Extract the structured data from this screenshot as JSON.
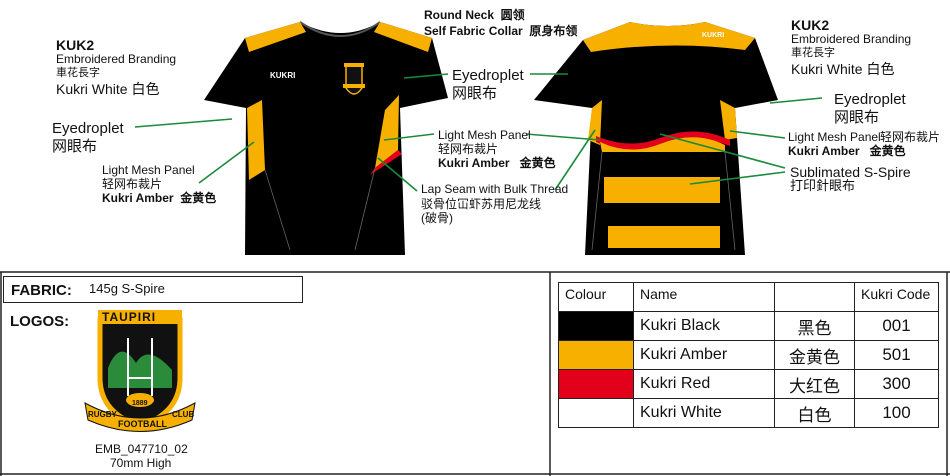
{
  "colors": {
    "black": "#000000",
    "amber": "#f7b000",
    "red": "#e2001a",
    "white": "#ffffff",
    "callout_line": "#1a8a3c"
  },
  "front": {
    "kuk2": {
      "code": "KUK2",
      "line1": "Embroidered Branding",
      "line2": "車花長字",
      "line3": "Kukri White 白色"
    },
    "eyedroplet_left": {
      "en": "Eyedroplet",
      "zh": "网眼布"
    },
    "mesh_panel": {
      "en": "Light Mesh Panel",
      "zh": "轻网布裁片",
      "color": "Kukri Amber  金黄色"
    },
    "neck": {
      "line1": "Round Neck  圆领",
      "line2": "Self Fabric Collar  原身布领"
    },
    "eyedroplet_right": {
      "en": "Eyedroplet",
      "zh": "网眼布"
    },
    "mesh_panel_right": {
      "en": "Light Mesh Panel",
      "zh": "轻网布裁片",
      "color": "Kukri Amber   金黄色"
    },
    "lap_seam": {
      "en": "Lap Seam with Bulk Thread",
      "zh": "驳骨位冚虾苏用尼龙线",
      "zh2": "(破骨)"
    },
    "brand_text": "KUKRI"
  },
  "back": {
    "kuk2": {
      "code": "KUK2",
      "line1": "Embroidered Branding",
      "line2": "車花長字",
      "line3": "Kukri White 白色"
    },
    "eyedroplet": {
      "en": "Eyedroplet",
      "zh": "网眼布"
    },
    "mesh_panel": {
      "en": "Light Mesh Panel",
      "zh": "轻网布裁片",
      "color": "Kukri Amber   金黄色"
    },
    "sublimated": {
      "en": "Sublimated S-Spire",
      "zh": "打印針眼布"
    },
    "brand_text": "KUKRI"
  },
  "fabric": {
    "label": "FABRIC:",
    "value": "145g S-Spire"
  },
  "logos": {
    "label": "LOGOS:",
    "crest_top": "TAUPIRI",
    "crest_ribbon_left": "RUGBY",
    "crest_ribbon_mid": "FOOTBALL",
    "crest_ribbon_right": "CLUB",
    "crest_year": "1889",
    "code": "EMB_047710_02",
    "size": "70mm High"
  },
  "colour_table": {
    "headers": [
      "Colour",
      "Name",
      "",
      "Kukri Code"
    ],
    "rows": [
      {
        "swatch": "#000000",
        "name": "Kukri Black",
        "zh": "黑色",
        "code": "001"
      },
      {
        "swatch": "#f7b000",
        "name": "Kukri Amber",
        "zh": "金黄色",
        "code": "501"
      },
      {
        "swatch": "#e2001a",
        "name": "Kukri Red",
        "zh": "大红色",
        "code": "300"
      },
      {
        "swatch": "#ffffff",
        "name": "Kukri White",
        "zh": "白色",
        "code": "100"
      }
    ]
  }
}
